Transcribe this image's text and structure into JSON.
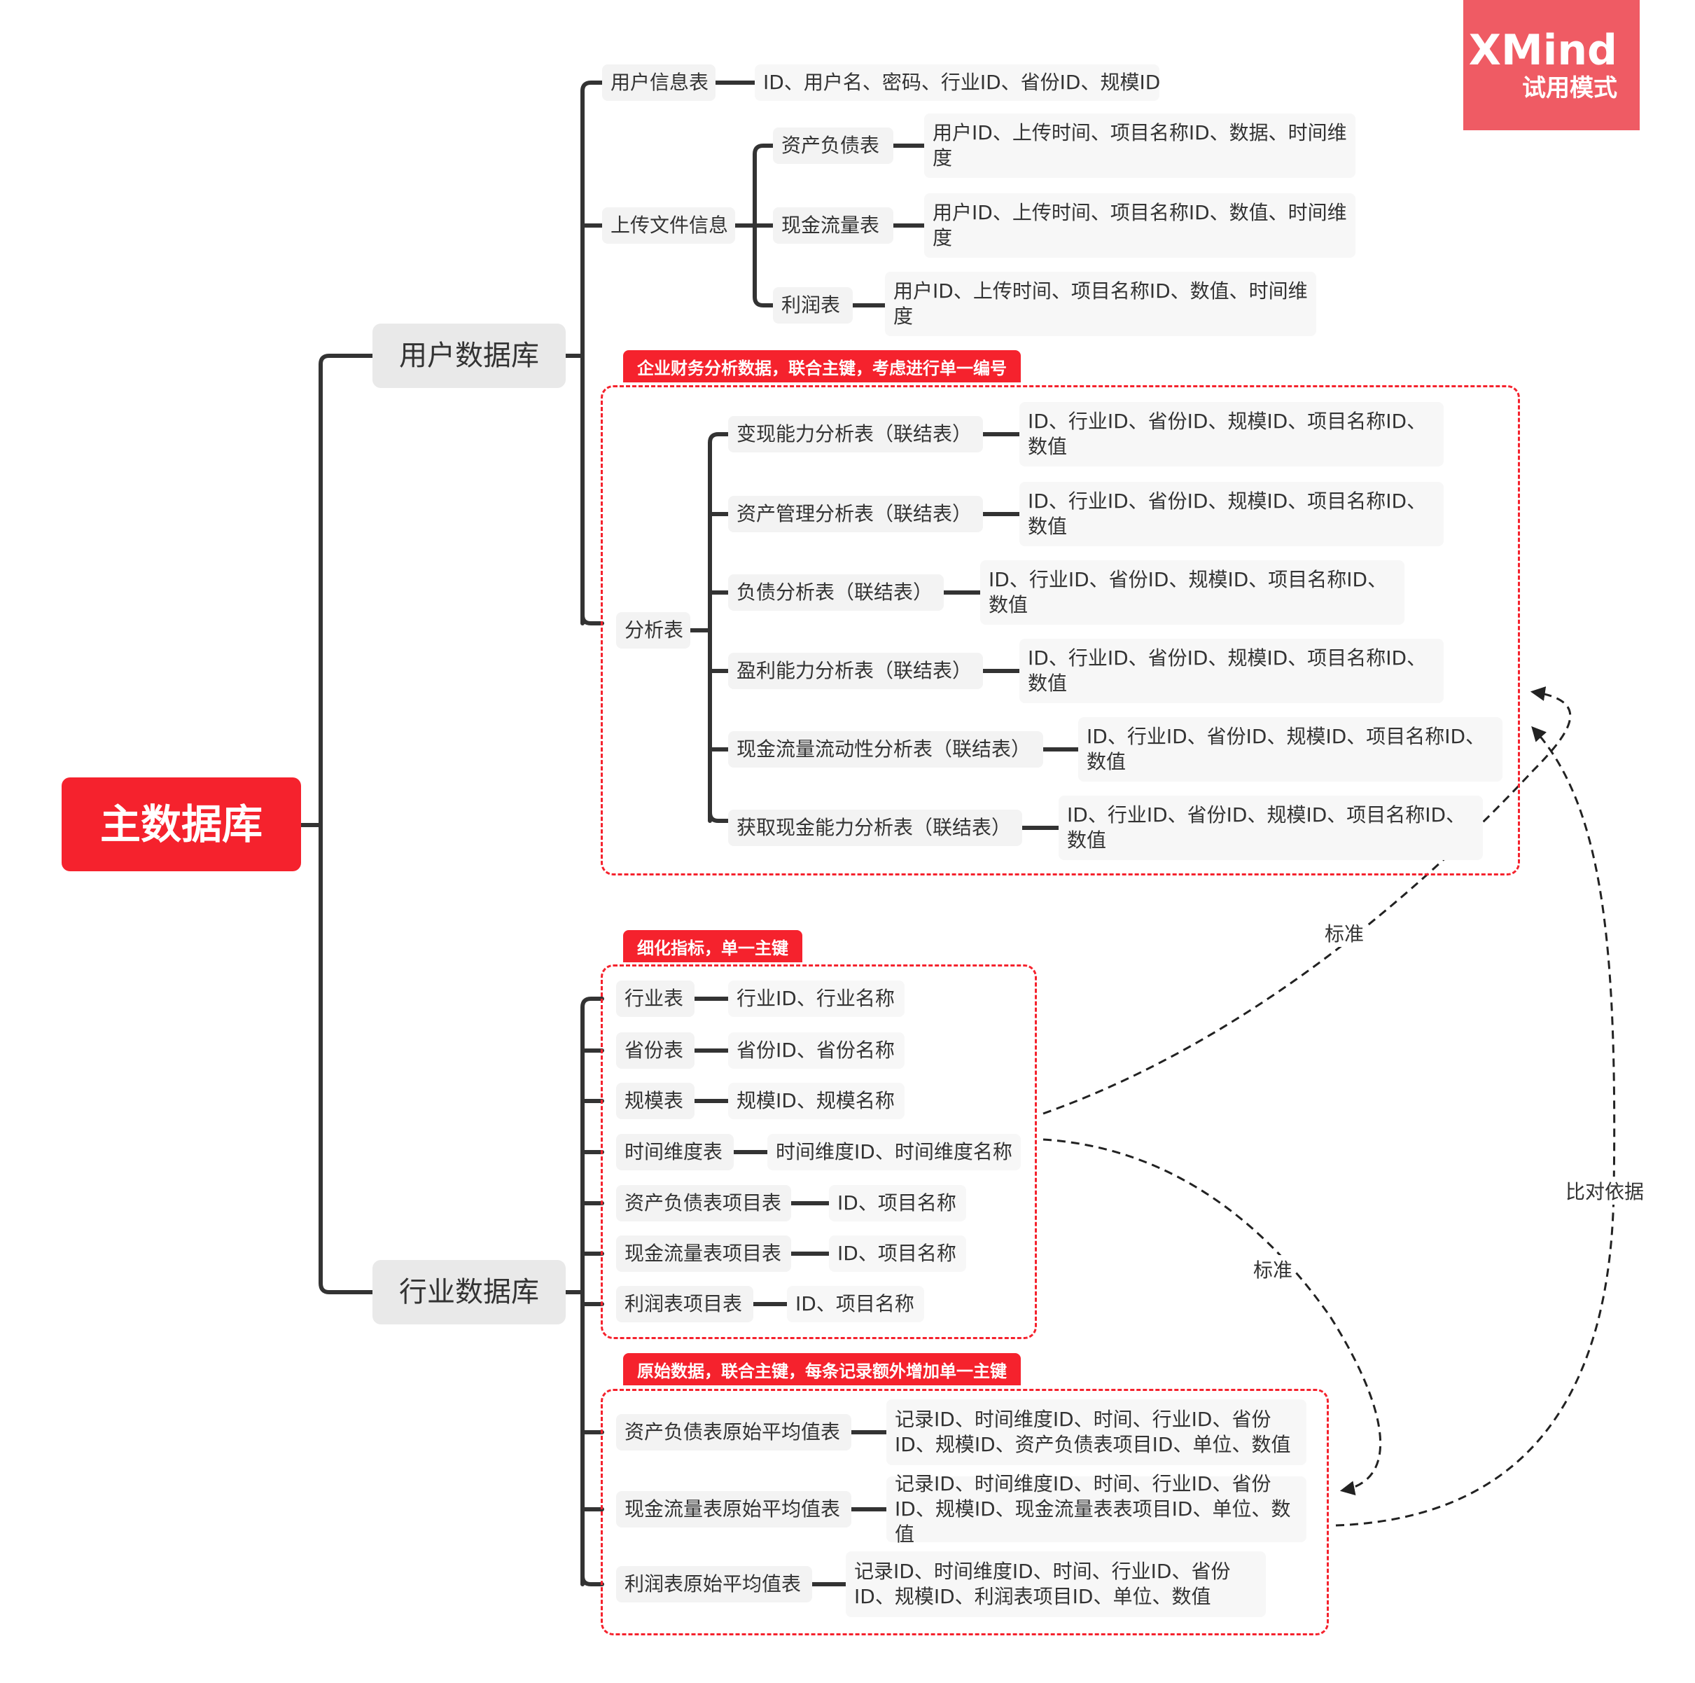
{
  "root": {
    "label": "主数据库"
  },
  "user_db": {
    "label": "用户数据库",
    "user_info": {
      "label": "用户信息表",
      "fields": "ID、用户名、密码、行业ID、省份ID、规模ID"
    },
    "upload": {
      "label": "上传文件信息",
      "balance": {
        "label": "资产负债表",
        "fields": "用户ID、上传时间、项目名称ID、数据、时间维度"
      },
      "cashflow": {
        "label": "现金流量表",
        "fields": "用户ID、上传时间、项目名称ID、数值、时间维度"
      },
      "profit": {
        "label": "利润表",
        "fields": "用户ID、上传时间、项目名称ID、数值、时间维度"
      }
    },
    "analysis": {
      "frame_label": "企业财务分析数据，联合主键，考虑进行单一编号",
      "label": "分析表",
      "items": [
        {
          "label": "变现能力分析表（联结表）",
          "fields": "ID、行业ID、省份ID、规模ID、项目名称ID、数值"
        },
        {
          "label": "资产管理分析表（联结表）",
          "fields": "ID、行业ID、省份ID、规模ID、项目名称ID、数值"
        },
        {
          "label": "负债分析表（联结表）",
          "fields": "ID、行业ID、省份ID、规模ID、项目名称ID、数值"
        },
        {
          "label": "盈利能力分析表（联结表）",
          "fields": "ID、行业ID、省份ID、规模ID、项目名称ID、数值"
        },
        {
          "label": "现金流量流动性分析表（联结表）",
          "fields": "ID、行业ID、省份ID、规模ID、项目名称ID、数值"
        },
        {
          "label": "获取现金能力分析表（联结表）",
          "fields": "ID、行业ID、省份ID、规模ID、项目名称ID、数值"
        }
      ]
    }
  },
  "industry_db": {
    "label": "行业数据库",
    "detail": {
      "frame_label": "细化指标，单一主键",
      "items": [
        {
          "label": "行业表",
          "fields": "行业ID、行业名称"
        },
        {
          "label": "省份表",
          "fields": "省份ID、省份名称"
        },
        {
          "label": "规模表",
          "fields": "规模ID、规模名称"
        },
        {
          "label": "时间维度表",
          "fields": "时间维度ID、时间维度名称"
        },
        {
          "label": "资产负债表项目表",
          "fields": "ID、项目名称"
        },
        {
          "label": "现金流量表项目表",
          "fields": "ID、项目名称"
        },
        {
          "label": "利润表项目表",
          "fields": "ID、项目名称"
        }
      ]
    },
    "raw": {
      "frame_label": "原始数据，联合主键，每条记录额外增加单一主键",
      "items": [
        {
          "label": "资产负债表原始平均值表",
          "fields": "记录ID、时间维度ID、时间、行业ID、省份ID、规模ID、资产负债表项目ID、单位、数值"
        },
        {
          "label": "现金流量表原始平均值表",
          "fields": "记录ID、时间维度ID、时间、行业ID、省份ID、规模ID、现金流量表表项目ID、单位、数值"
        },
        {
          "label": "利润表原始平均值表",
          "fields": "记录ID、时间维度ID、时间、行业ID、省份ID、规模ID、利润表项目ID、单位、数值"
        }
      ]
    }
  },
  "relations": {
    "standard_1": "标准",
    "standard_2": "标准",
    "compare": "比对依据"
  },
  "watermark": {
    "title": "XMind",
    "subtitle": "试用模式"
  },
  "colors": {
    "accent": "#f5222d",
    "connector": "#333333",
    "node_bg": "#f3f3f3"
  }
}
